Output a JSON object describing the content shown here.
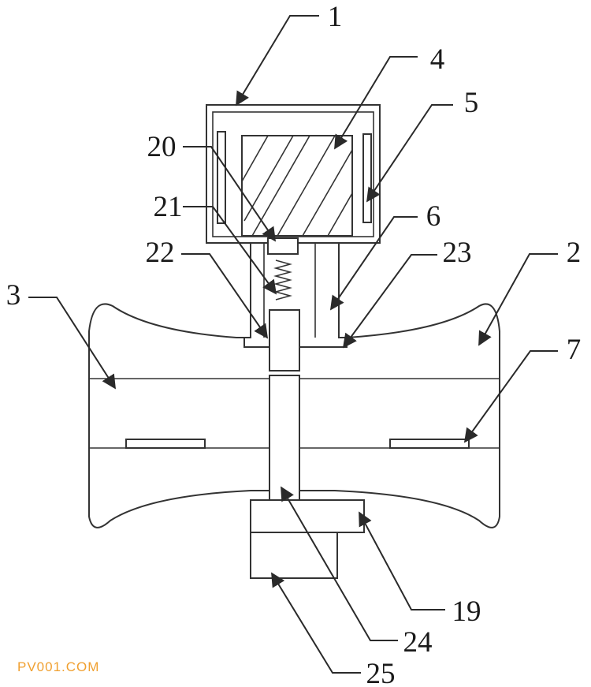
{
  "labels": {
    "l1": "1",
    "l2": "2",
    "l3": "3",
    "l4": "4",
    "l5": "5",
    "l6": "6",
    "l7": "7",
    "l19": "19",
    "l20": "20",
    "l21": "21",
    "l22": "22",
    "l23": "23",
    "l24": "24",
    "l25": "25"
  },
  "watermark": "PV001.COM",
  "colors": {
    "line": "#333333",
    "watermark": "#f0a030"
  }
}
